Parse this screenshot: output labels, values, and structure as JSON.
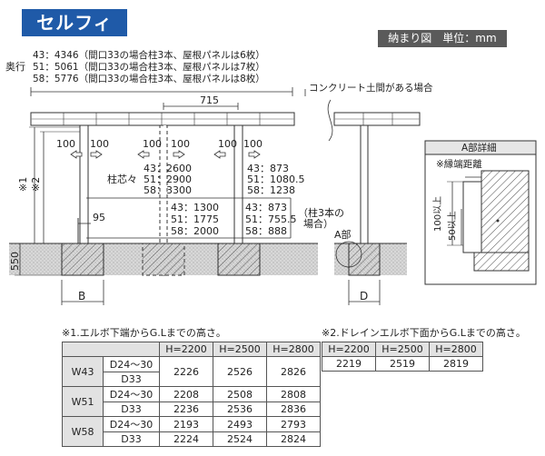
{
  "header": {
    "title": "セルフィ",
    "scale_label": "納まり図　単位：mm"
  },
  "depth": {
    "label": "奥行",
    "lines": [
      "43：4346（間口33の場合柱3本、屋根パネルは6枚）",
      "51：5061（間口33の場合柱3本、屋根パネルは7枚）",
      "58：5776（間口33の場合柱3本、屋根パネルは8枚）"
    ]
  },
  "diagram": {
    "dim_715": "715",
    "dim_100": "100",
    "pillar_center_label": "柱芯々",
    "pillar_center_lines": [
      "43：2600",
      "51：2900",
      "58：3300"
    ],
    "right_upper_lines": [
      "43：873",
      "51：1080.5",
      "58：1238"
    ],
    "center_lower_lines": [
      "43：1300",
      "51：1775",
      "58：2000"
    ],
    "right_lower_lines": [
      "43：873",
      "51：755.5",
      "58：888"
    ],
    "three_pillar_note": [
      "（柱3本の",
      "場合）"
    ],
    "dim_95": "95",
    "mark_1": "※1",
    "mark_2": "※2",
    "dim_550": "550",
    "label_b": "B",
    "label_d": "D",
    "concrete_note": "コンクリート土間がある場合",
    "part_a": "A部",
    "detail_title": "A部詳細",
    "edge_distance": "※縁端距離",
    "dim_100_min": "100以上",
    "dim_50_min": "50以上"
  },
  "table1": {
    "note": "※1.エルボ下端からG.Lまでの高さ。",
    "headers": [
      "H=2200",
      "H=2500",
      "H=2800"
    ],
    "groups": [
      {
        "model": "W43",
        "rows": [
          {
            "size": "D24～30",
            "values": [
              "2226",
              "2526",
              "2826"
            ]
          },
          {
            "size": "D33",
            "values": [
              "2226",
              "2526",
              "2826"
            ]
          }
        ]
      },
      {
        "model": "W51",
        "rows": [
          {
            "size": "D24～30",
            "values": [
              "2208",
              "2508",
              "2808"
            ]
          },
          {
            "size": "D33",
            "values": [
              "2236",
              "2536",
              "2836"
            ]
          }
        ]
      },
      {
        "model": "W58",
        "rows": [
          {
            "size": "D24～30",
            "values": [
              "2193",
              "2493",
              "2793"
            ]
          },
          {
            "size": "D33",
            "values": [
              "2224",
              "2524",
              "2824"
            ]
          }
        ]
      }
    ]
  },
  "table2": {
    "note": "※2.ドレインエルボ下面からG.Lまでの高さ。",
    "headers": [
      "H=2200",
      "H=2500",
      "H=2800"
    ],
    "values": [
      "2219",
      "2519",
      "2819"
    ]
  }
}
